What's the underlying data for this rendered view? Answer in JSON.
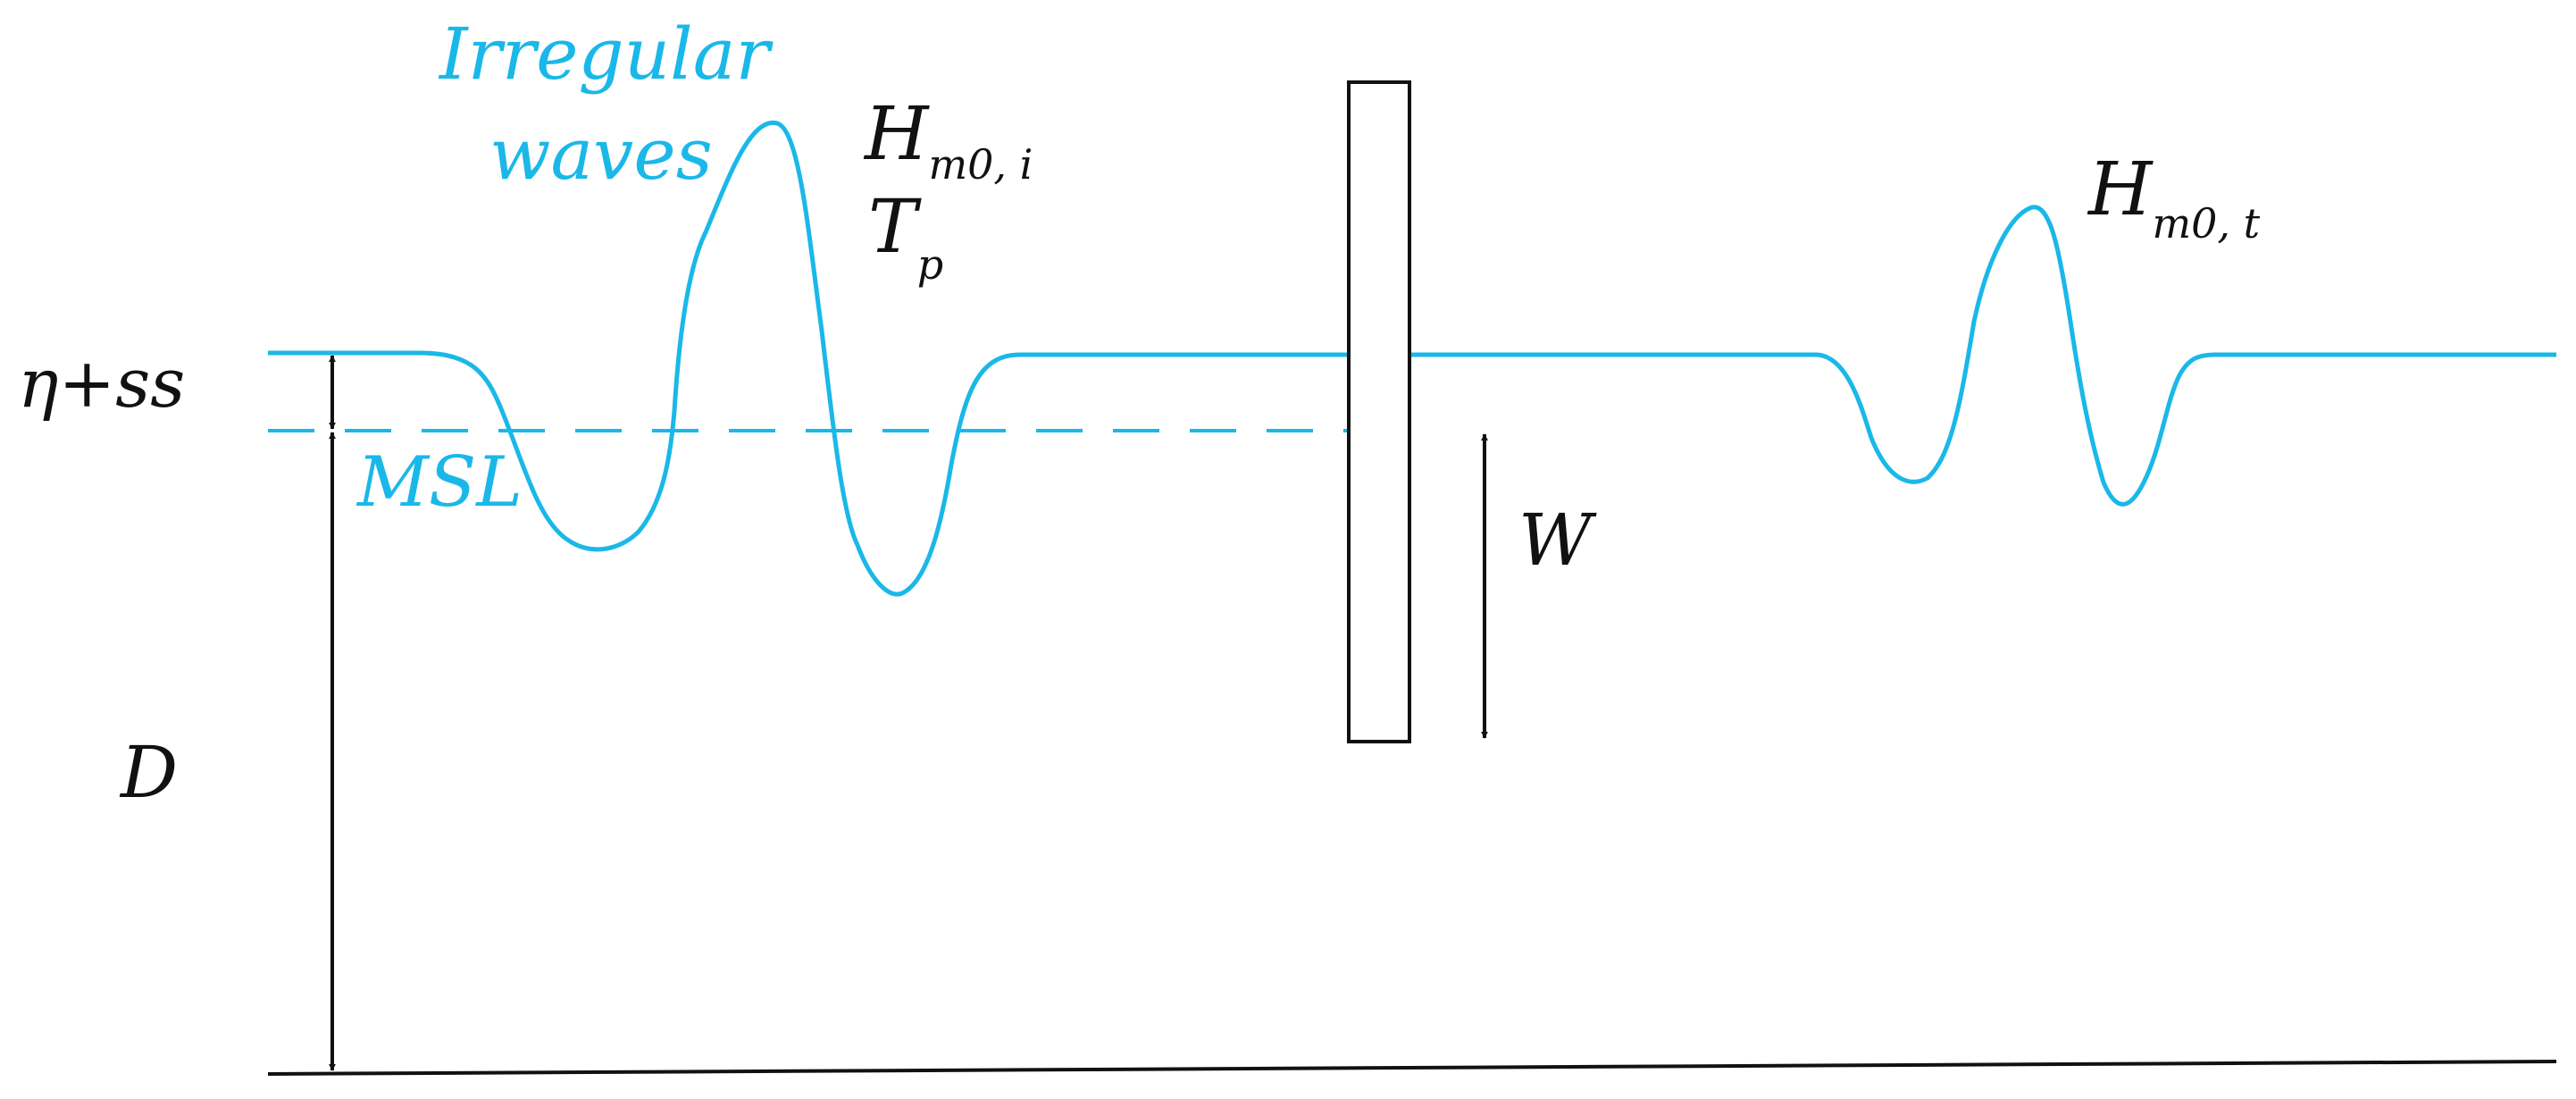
{
  "labels": {
    "irregular_line1": "Irregular",
    "irregular_line2": "waves",
    "msl": "MSL",
    "eta_ss": "η+ss",
    "depth": "D",
    "width": "W",
    "hm0_incident_main": "H",
    "hm0_incident_sub": "m0, i",
    "tp_main": "T",
    "tp_sub": "p",
    "hm0_transmitted_main": "H",
    "hm0_transmitted_sub": "m0, t"
  },
  "colors": {
    "water": "#1ab8e8",
    "ink": "#111111",
    "background": "#ffffff"
  }
}
